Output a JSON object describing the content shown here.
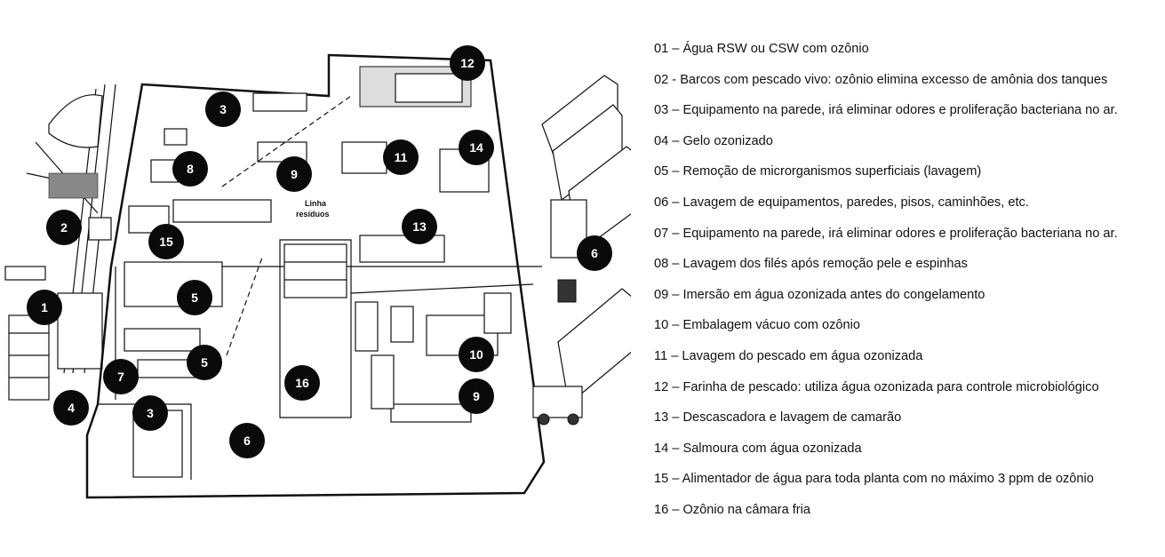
{
  "diagram": {
    "annotation_line_label": "Linha\nresíduos",
    "annotation_line_label_1": "Linha",
    "annotation_line_label_2": "resíduos",
    "markers": [
      {
        "id": "m1",
        "number": "1"
      },
      {
        "id": "m2",
        "number": "2"
      },
      {
        "id": "m3a",
        "number": "3"
      },
      {
        "id": "m3b",
        "number": "3"
      },
      {
        "id": "m4",
        "number": "4"
      },
      {
        "id": "m5a",
        "number": "5"
      },
      {
        "id": "m5b",
        "number": "5"
      },
      {
        "id": "m6a",
        "number": "6"
      },
      {
        "id": "m6b",
        "number": "6"
      },
      {
        "id": "m7",
        "number": "7"
      },
      {
        "id": "m8",
        "number": "8"
      },
      {
        "id": "m9a",
        "number": "9"
      },
      {
        "id": "m9b",
        "number": "9"
      },
      {
        "id": "m10",
        "number": "10"
      },
      {
        "id": "m11",
        "number": "11"
      },
      {
        "id": "m12",
        "number": "12"
      },
      {
        "id": "m13",
        "number": "13"
      },
      {
        "id": "m14",
        "number": "14"
      },
      {
        "id": "m15",
        "number": "15"
      },
      {
        "id": "m16",
        "number": "16"
      }
    ]
  },
  "legend": [
    "01 – Água RSW ou CSW com ozônio",
    "02 - Barcos com pescado vivo: ozônio elimina excesso de amônia dos tanques",
    "03 – Equipamento na parede, irá eliminar odores e proliferação bacteriana no ar.",
    "04 – Gelo ozonizado",
    "05 – Remoção de microrganismos superficiais (lavagem)",
    "06 – Lavagem de equipamentos, paredes, pisos, caminhões, etc.",
    "07 – Equipamento na parede, irá eliminar odores e proliferação bacteriana no ar.",
    "08 – Lavagem dos filés após remoção pele e espinhas",
    "09 – Imersão em água ozonizada antes do congelamento",
    "10 – Embalagem vácuo com ozônio",
    "11 – Lavagem do pescado em água ozonizada",
    "12 – Farinha de pescado: utiliza água ozonizada para controle microbiológico",
    "13 – Descascadora e lavagem de camarão",
    "14 – Salmoura com água ozonizada",
    "15 – Alimentador de água para toda planta com no máximo 3 ppm de ozônio",
    "16 – Ozônio na câmara fria"
  ]
}
